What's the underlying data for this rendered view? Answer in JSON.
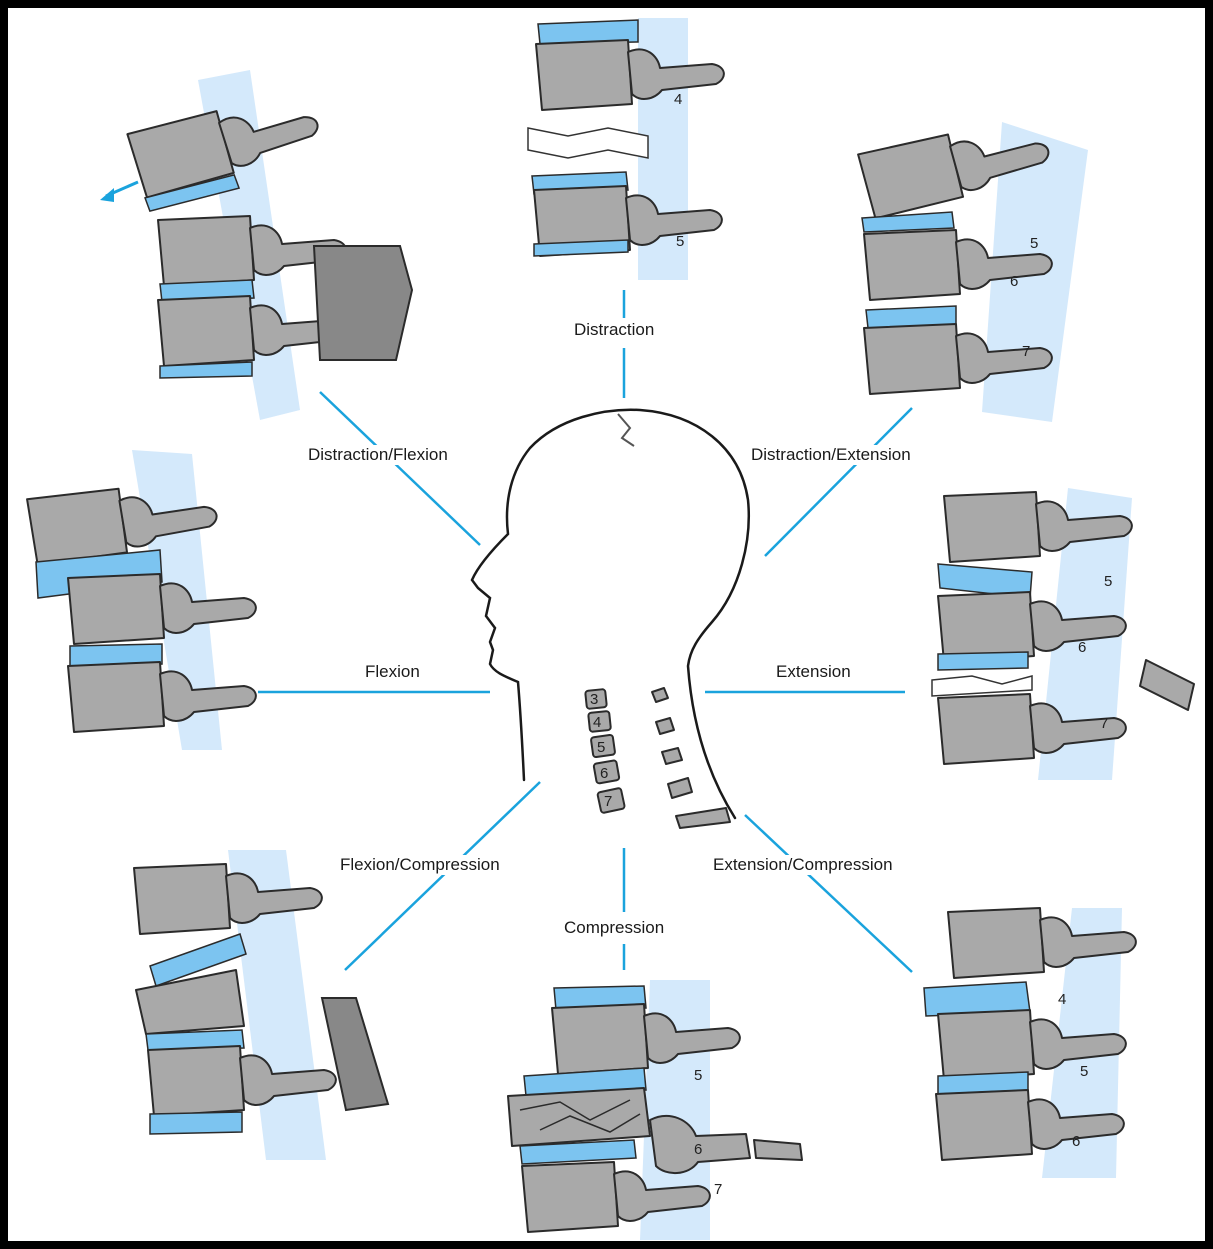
{
  "labels": {
    "distraction": "Distraction",
    "distraction_flexion": "Distraction/Flexion",
    "distraction_extension": "Distraction/Extension",
    "flexion": "Flexion",
    "extension": "Extension",
    "flexion_compression": "Flexion/Compression",
    "extension_compression": "Extension/Compression",
    "compression": "Compression"
  },
  "vertebra_numbers": {
    "distraction": [
      "4",
      "5"
    ],
    "distraction_extension": [
      "5",
      "6",
      "7"
    ],
    "extension": [
      "5",
      "6",
      "7"
    ],
    "compression": [
      "5",
      "6",
      "7"
    ],
    "extension_compression": [
      "4",
      "5",
      "6"
    ],
    "head_spine": [
      "3",
      "4",
      "5",
      "6",
      "7"
    ]
  },
  "colors": {
    "bone": "#a9a9a9",
    "disc": "#7cc4f0",
    "cord": "#d4e9fb",
    "connector": "#1aa3dd"
  }
}
